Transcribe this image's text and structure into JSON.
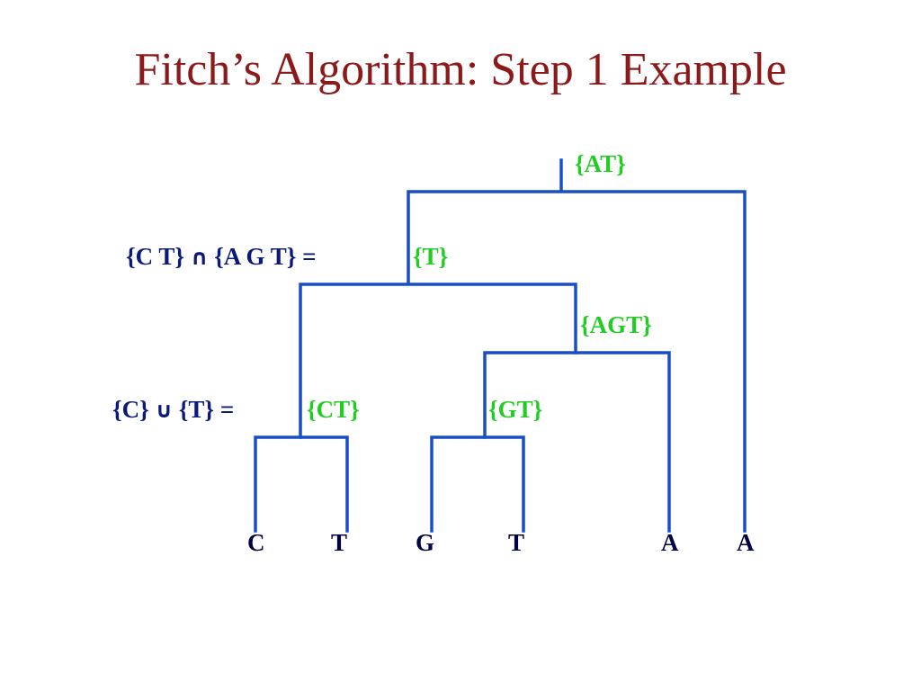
{
  "title": "Fitch’s Algorithm: Step 1 Example",
  "colors": {
    "title": "#8b1a1a",
    "branch": "#1a4fc4",
    "set_label": "#22cc22",
    "equation": "#0b1a7a",
    "leaf": "#000044"
  },
  "sets": {
    "root": "{AT}",
    "t": "{T}",
    "agt": "{AGT}",
    "ct": "{CT}",
    "gt": "{GT}"
  },
  "equations": {
    "intersection": {
      "left": "{C T} ",
      "symbol": "∩",
      "right": " {A G T} ="
    },
    "union": {
      "left": "{C} ",
      "symbol": "∪",
      "right": " {T} ="
    }
  },
  "leaves": [
    "C",
    "T",
    "G",
    "T",
    "A",
    "A"
  ]
}
